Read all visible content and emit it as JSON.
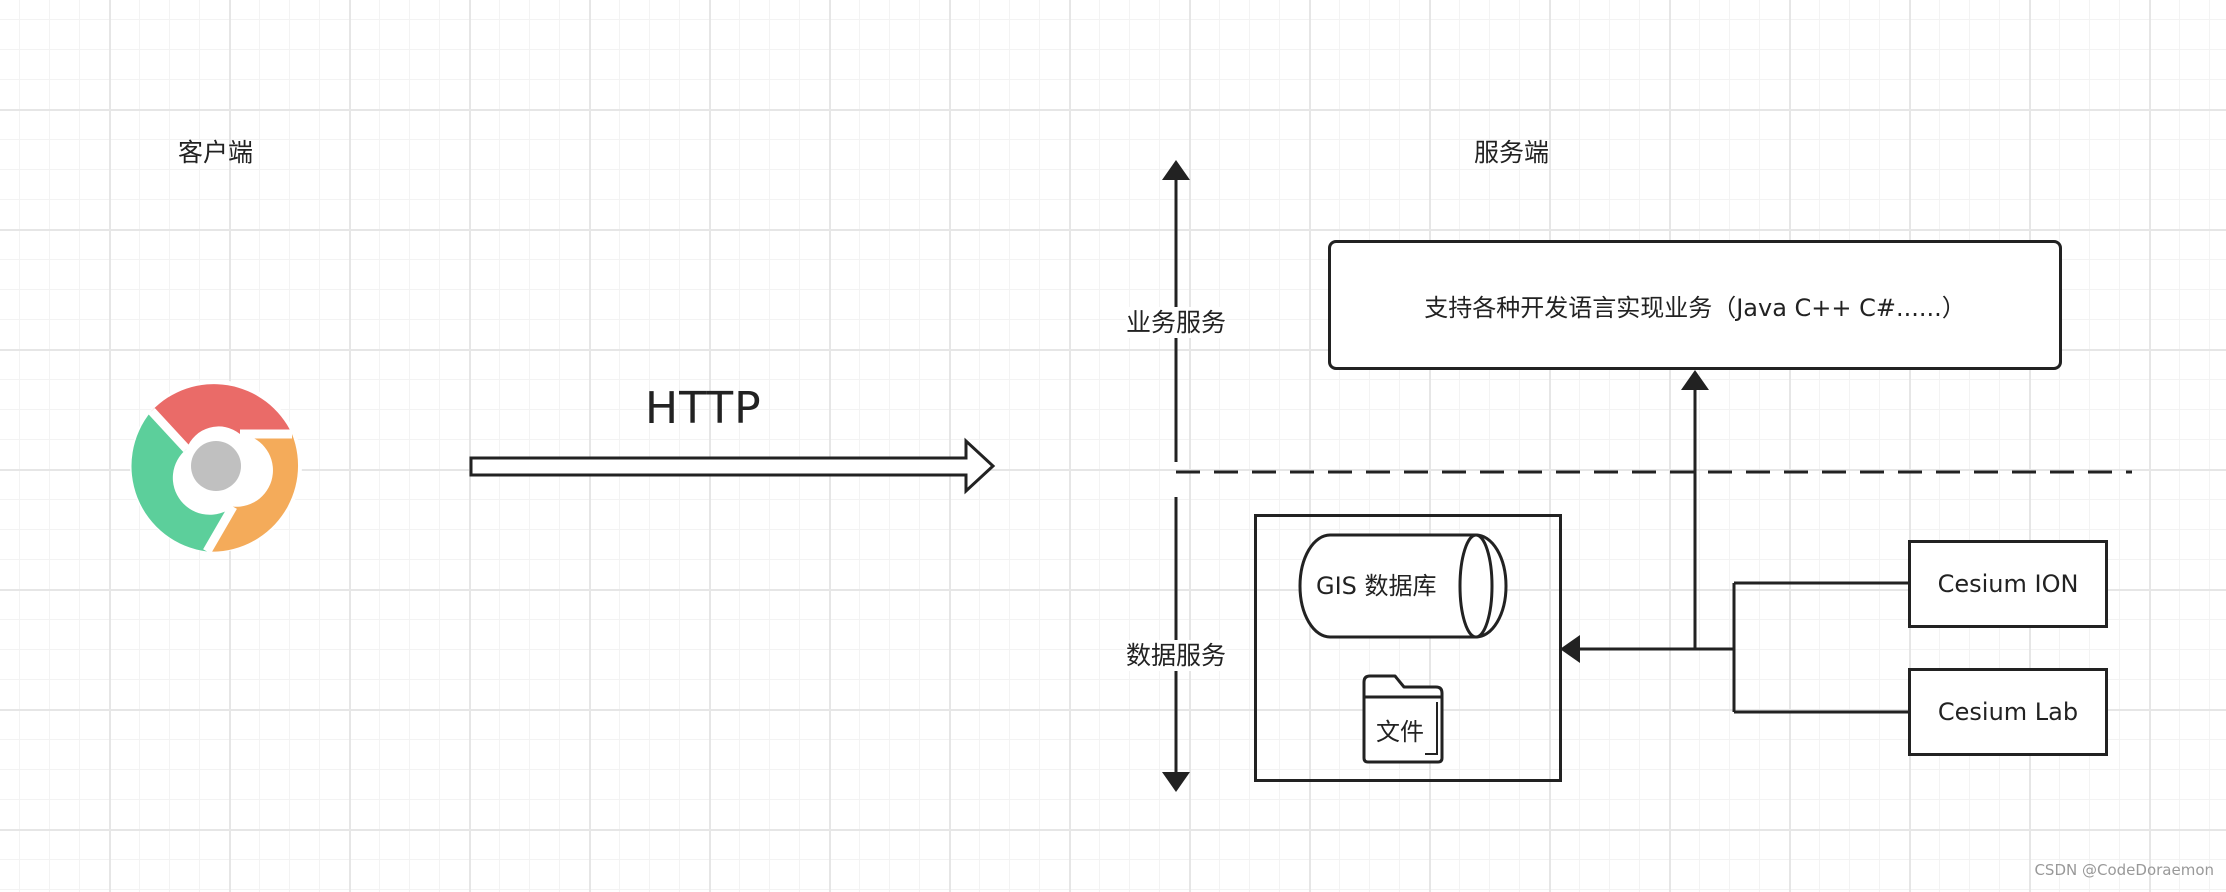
{
  "client": {
    "title": "客户端"
  },
  "protocol": {
    "label": "HTTP"
  },
  "server": {
    "title": "服务端",
    "business_layer_label": "业务服务",
    "data_layer_label": "数据服务",
    "business_box_text": "支持各种开发语言实现业务（Java C++ C#......）",
    "gis_db_label": "GIS 数据库",
    "file_label": "文件",
    "sources": [
      "Cesium ION",
      "Cesium Lab"
    ]
  },
  "watermark": "CSDN @CodeDoraemon",
  "colors": {
    "chrome_red": "#ea6b68",
    "chrome_green": "#5ccf9b",
    "chrome_orange": "#f4ab5a",
    "chrome_center": "#c0c0c0",
    "stroke": "#222222"
  }
}
